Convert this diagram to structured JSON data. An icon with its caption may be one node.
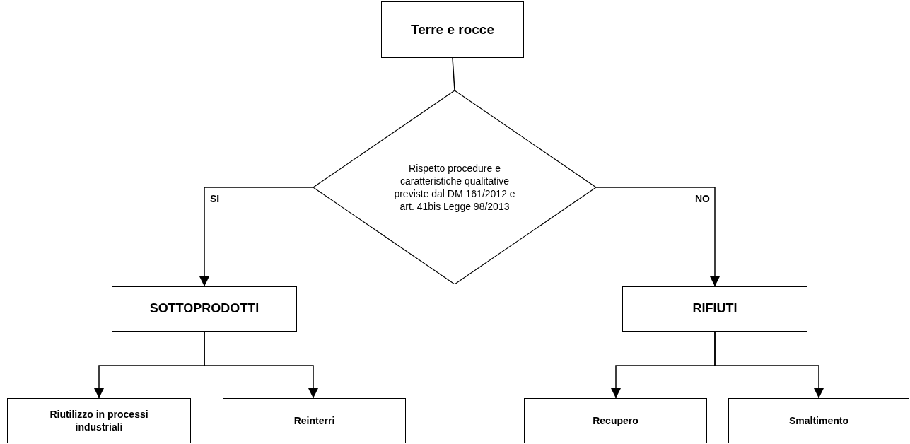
{
  "diagram": {
    "nodes": [
      {
        "text": [
          "Terre e rocce"
        ]
      },
      {
        "text": [
          "Rispetto procedure e caratteristiche qualitative previste dal DM 161/2012 e art. 41bis Legge 98/2013"
        ]
      },
      {
        "text": [
          "SOTTOPRODOTTI"
        ]
      },
      {
        "text": [
          "RIFIUTI"
        ]
      },
      {
        "text": [
          "Riutilizzo in processi industriali"
        ]
      },
      {
        "text": [
          "Reinterri"
        ]
      },
      {
        "text": [
          "Recupero"
        ]
      },
      {
        "text": [
          "Smaltimento"
        ]
      }
    ],
    "edges": [
      {
        "from": 0,
        "to": 1,
        "arrow": "none"
      },
      {
        "from": 1,
        "to": 2,
        "arrow": "to",
        "label": "SI"
      },
      {
        "from": 1,
        "to": 3,
        "arrow": "to",
        "label": "NO"
      },
      {
        "from": 2,
        "to": 4,
        "arrow": "to"
      },
      {
        "from": 2,
        "to": 5,
        "arrow": "to"
      },
      {
        "from": 3,
        "to": 6,
        "arrow": "to"
      },
      {
        "from": 3,
        "to": 7,
        "arrow": "to"
      }
    ]
  }
}
